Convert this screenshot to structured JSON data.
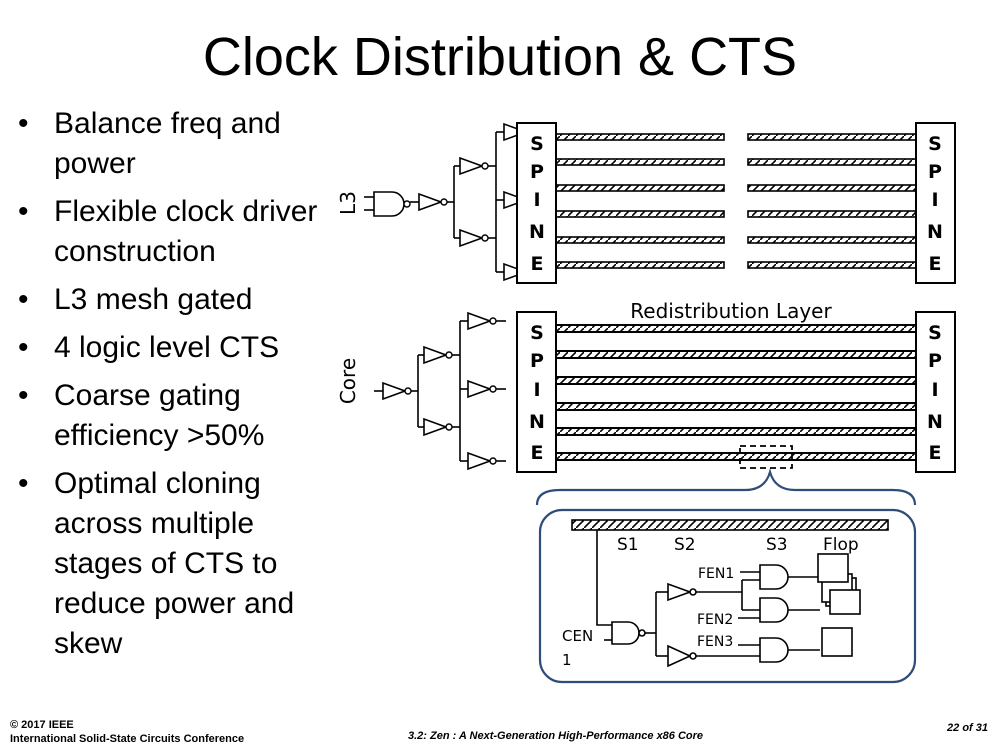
{
  "slide": {
    "title": "Clock Distribution & CTS",
    "bullets": [
      "Balance freq and power",
      "Flexible clock driver construction",
      "L3 mesh gated",
      "4 logic level CTS",
      "Coarse gating efficiency >50%",
      "Optimal cloning across multiple stages of CTS to reduce power and skew"
    ]
  },
  "diagram": {
    "l3_label": "L3",
    "core_label": "Core",
    "spine_letters": [
      "S",
      "P",
      "I",
      "N",
      "E"
    ],
    "redistribution_label": "Redistribution Layer",
    "detail": {
      "stage_labels": [
        "S1",
        "S2",
        "S3",
        "Flop"
      ],
      "fen_labels": [
        "FEN1",
        "FEN2",
        "FEN3"
      ],
      "cen_label_line1": "CEN",
      "cen_label_line2": "1"
    }
  },
  "footer": {
    "copyright": "© 2017 IEEE",
    "conference": "International Solid-State Circuits Conference",
    "talk": "3.2: Zen : A Next-Generation High-Performance x86 Core",
    "page": "22 of 31"
  }
}
